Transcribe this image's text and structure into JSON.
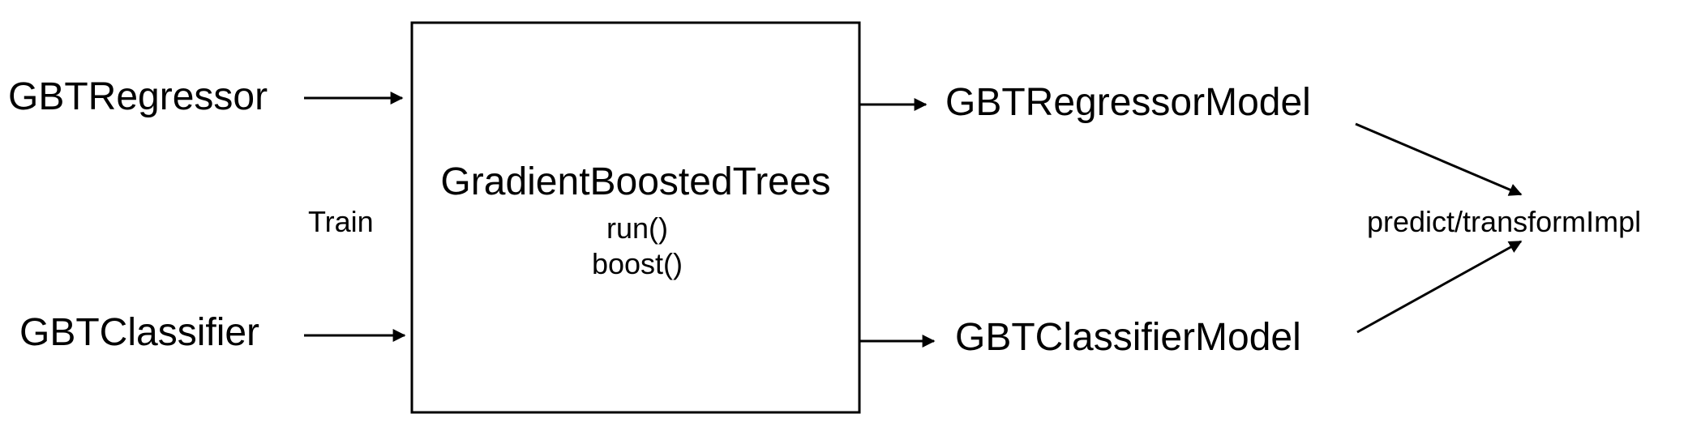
{
  "inputs": {
    "regressor": "GBTRegressor",
    "classifier": "GBTClassifier",
    "train_label": "Train"
  },
  "core": {
    "title": "GradientBoostedTrees",
    "method_run": "run()",
    "method_boost": "boost()"
  },
  "outputs": {
    "regressor_model": "GBTRegressorModel",
    "classifier_model": "GBTClassifierModel",
    "predict_label": "predict/transformImpl"
  },
  "colors": {
    "stroke": "#000000",
    "background": "#ffffff"
  }
}
